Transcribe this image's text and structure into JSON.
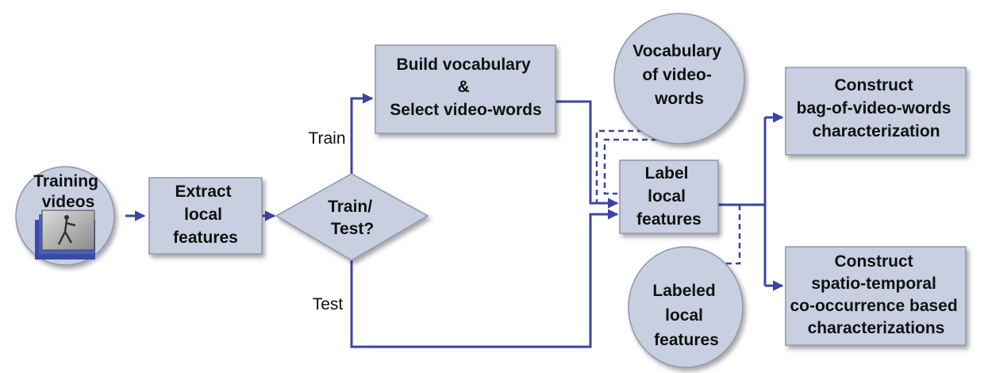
{
  "nodes": {
    "training_videos": {
      "lines": [
        "Training",
        "videos"
      ]
    },
    "extract": {
      "lines": [
        "Extract",
        "local",
        "features"
      ]
    },
    "decision": {
      "lines": [
        "Train/",
        "Test?"
      ]
    },
    "build_vocab": {
      "lines": [
        "Build vocabulary",
        "&",
        "Select video-words"
      ]
    },
    "vocab_ellipse": {
      "lines": [
        "Vocabulary",
        "of video-",
        "words"
      ]
    },
    "label": {
      "lines": [
        "Label",
        "local",
        "features"
      ]
    },
    "labeled_ellipse": {
      "lines": [
        "Labeled",
        "local",
        "features"
      ]
    },
    "construct_bag": {
      "lines": [
        "Construct",
        "bag-of-video-words",
        "characterization"
      ]
    },
    "construct_spatio": {
      "lines": [
        "Construct",
        "spatio-temporal",
        "co-occurrence based",
        "characterizations"
      ]
    }
  },
  "edge_labels": {
    "train": "Train",
    "test": "Test"
  },
  "colors": {
    "node_fill": "#c8cfe0",
    "node_stroke": "#8e96a8",
    "arrow": "#3b44a4",
    "text": "#111111"
  }
}
